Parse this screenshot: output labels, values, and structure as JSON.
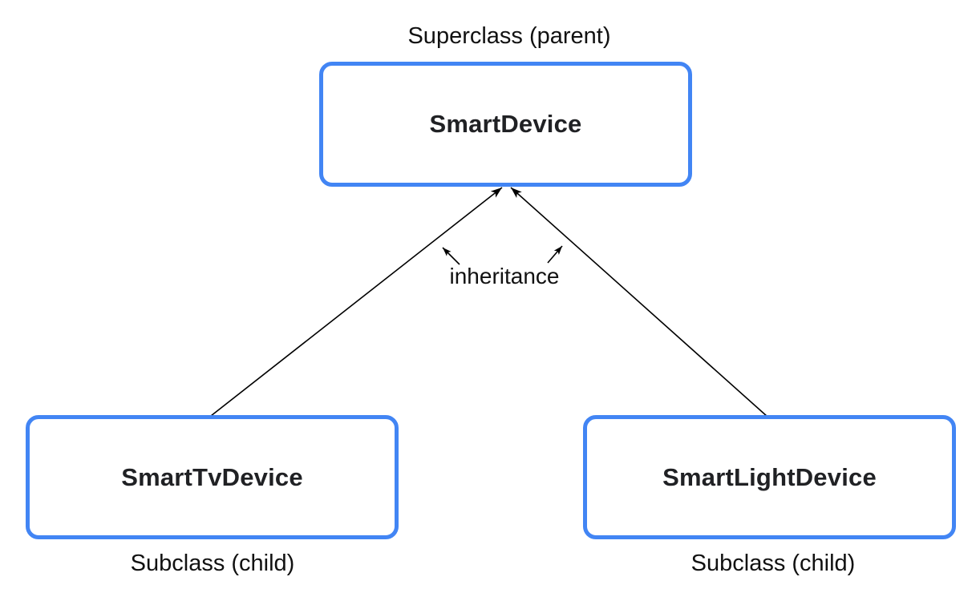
{
  "colors": {
    "box_border": "#4285F4",
    "box_fill": "#FFFFFF",
    "background": "#FFFFFF",
    "arrow": "#000000",
    "text": "#202124"
  },
  "superclass": {
    "caption": "Superclass (parent)",
    "name": "SmartDevice"
  },
  "subclasses": [
    {
      "name": "SmartTvDevice",
      "caption": "Subclass (child)"
    },
    {
      "name": "SmartLightDevice",
      "caption": "Subclass (child)"
    }
  ],
  "relationship_label": "inheritance"
}
